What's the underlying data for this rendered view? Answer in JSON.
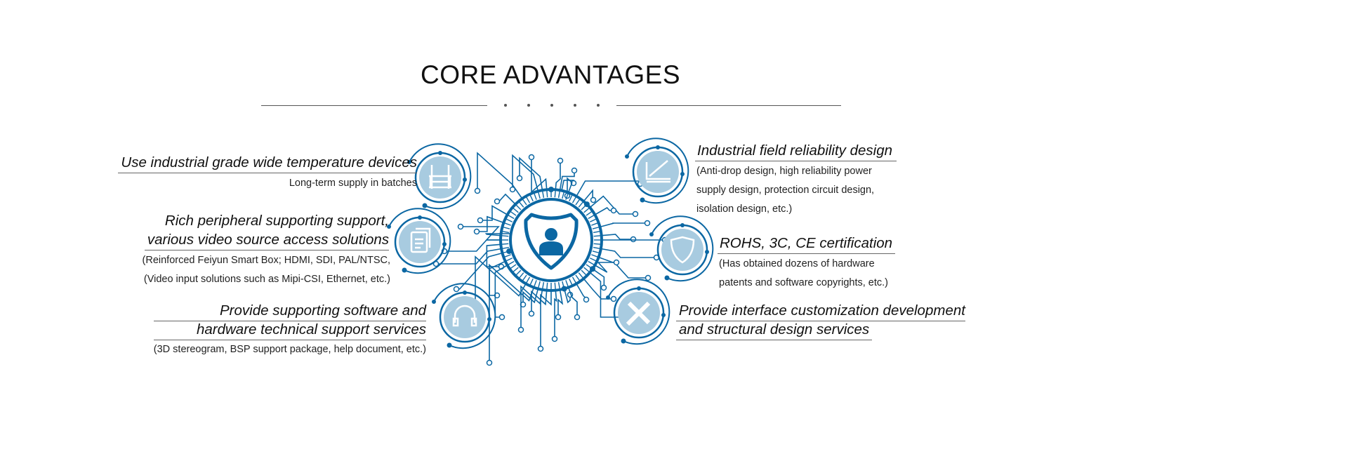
{
  "title": "CORE ADVANTAGES",
  "colors": {
    "primary": "#0b67a3",
    "light": "#a8cbe0"
  },
  "items": [
    {
      "icon": "radiator-icon",
      "title": [
        "Use industrial grade wide temperature devices"
      ],
      "desc": [
        "Long-term supply in batches"
      ]
    },
    {
      "icon": "documents-icon",
      "title": [
        "Rich peripheral supporting support,",
        "various video source access solutions"
      ],
      "desc": [
        "(Reinforced Feiyun Smart Box; HDMI, SDI, PAL/NTSC,",
        "(Video input solutions such as Mipi-CSI, Ethernet, etc.)"
      ]
    },
    {
      "icon": "headset-icon",
      "title": [
        "Provide supporting software and",
        "hardware technical support services"
      ],
      "desc": [
        "(3D stereogram, BSP support package, help document, etc.)"
      ]
    },
    {
      "icon": "design-brush-icon",
      "title": [
        "Industrial field reliability design"
      ],
      "desc": [
        "(Anti-drop design, high reliability power",
        "supply design, protection circuit design,",
        "isolation design, etc.)"
      ]
    },
    {
      "icon": "certificate-shield-icon",
      "title": [
        "ROHS, 3C, CE certification"
      ],
      "desc": [
        "(Has obtained dozens of hardware",
        "patents and software copyrights, etc.)"
      ]
    },
    {
      "icon": "pencil-ruler-icon",
      "title": [
        "Provide interface customization development",
        "and structural design services"
      ],
      "desc": []
    }
  ]
}
